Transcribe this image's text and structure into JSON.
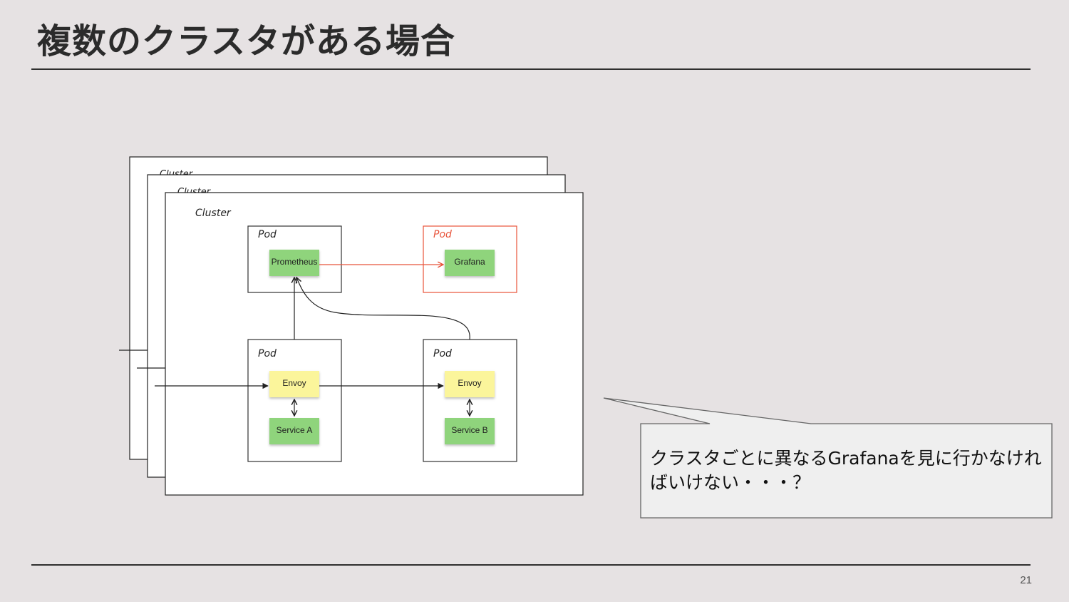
{
  "slide": {
    "title": "複数のクラスタがある場合",
    "page_number": "21"
  },
  "diagram": {
    "cluster_label": "Cluster",
    "pods": {
      "prometheus_pod": {
        "label": "Pod",
        "component": "Prometheus"
      },
      "grafana_pod": {
        "label": "Pod",
        "component": "Grafana"
      },
      "service_a_pod": {
        "label": "Pod",
        "proxy": "Envoy",
        "service": "Service A"
      },
      "service_b_pod": {
        "label": "Pod",
        "proxy": "Envoy",
        "service": "Service B"
      }
    },
    "colors": {
      "pod_border": "#333333",
      "highlight": "#e8533a",
      "component_green": "#8fd47b",
      "envoy_yellow": "#fbf59b"
    }
  },
  "callout": {
    "text": "クラスタごとに異なるGrafanaを見に行かなければいけない・・・？"
  }
}
